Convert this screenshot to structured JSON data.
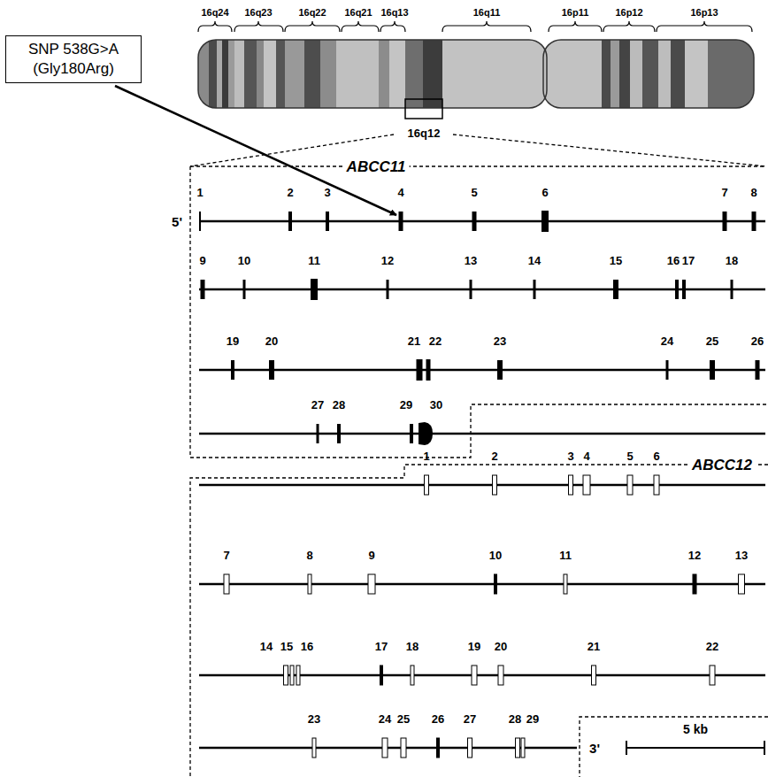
{
  "diagram": {
    "nodes": [
      {
        "text": [
          "SNP 538G>A (Gly180Arg)"
        ]
      }
    ],
    "labels": [
      "16q24",
      "16q23",
      "16q22",
      "16q21",
      "16q13",
      "16q11",
      "16p11",
      "16p12",
      "16p13",
      "16q12",
      "ABCC11",
      "5'",
      "1",
      "2",
      "3",
      "4",
      "5",
      "6",
      "7",
      "8",
      "9",
      "10",
      "11",
      "12",
      "13",
      "14",
      "15",
      "16",
      "17",
      "18",
      "19",
      "20",
      "21",
      "22",
      "23",
      "24",
      "25",
      "26",
      "27",
      "28",
      "29",
      "30",
      "ABCC12",
      "1",
      "2",
      "3",
      "4",
      "5",
      "6",
      "7",
      "8",
      "9",
      "10",
      "11",
      "12",
      "13",
      "14",
      "15",
      "16",
      "17",
      "18",
      "19",
      "20",
      "21",
      "22",
      "23",
      "24",
      "25",
      "26",
      "27",
      "28",
      "29",
      "3'",
      "5 kb"
    ]
  }
}
